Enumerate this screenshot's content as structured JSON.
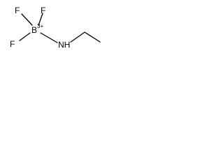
{
  "molecule": {
    "atoms": {
      "f_upper_left": "F",
      "f_upper_right": "F",
      "f_left": "F",
      "boron": "B",
      "boron_charge": "3+",
      "nitrogen": "NH"
    },
    "colors": {
      "ink": "#000000",
      "background": "#ffffff"
    }
  }
}
